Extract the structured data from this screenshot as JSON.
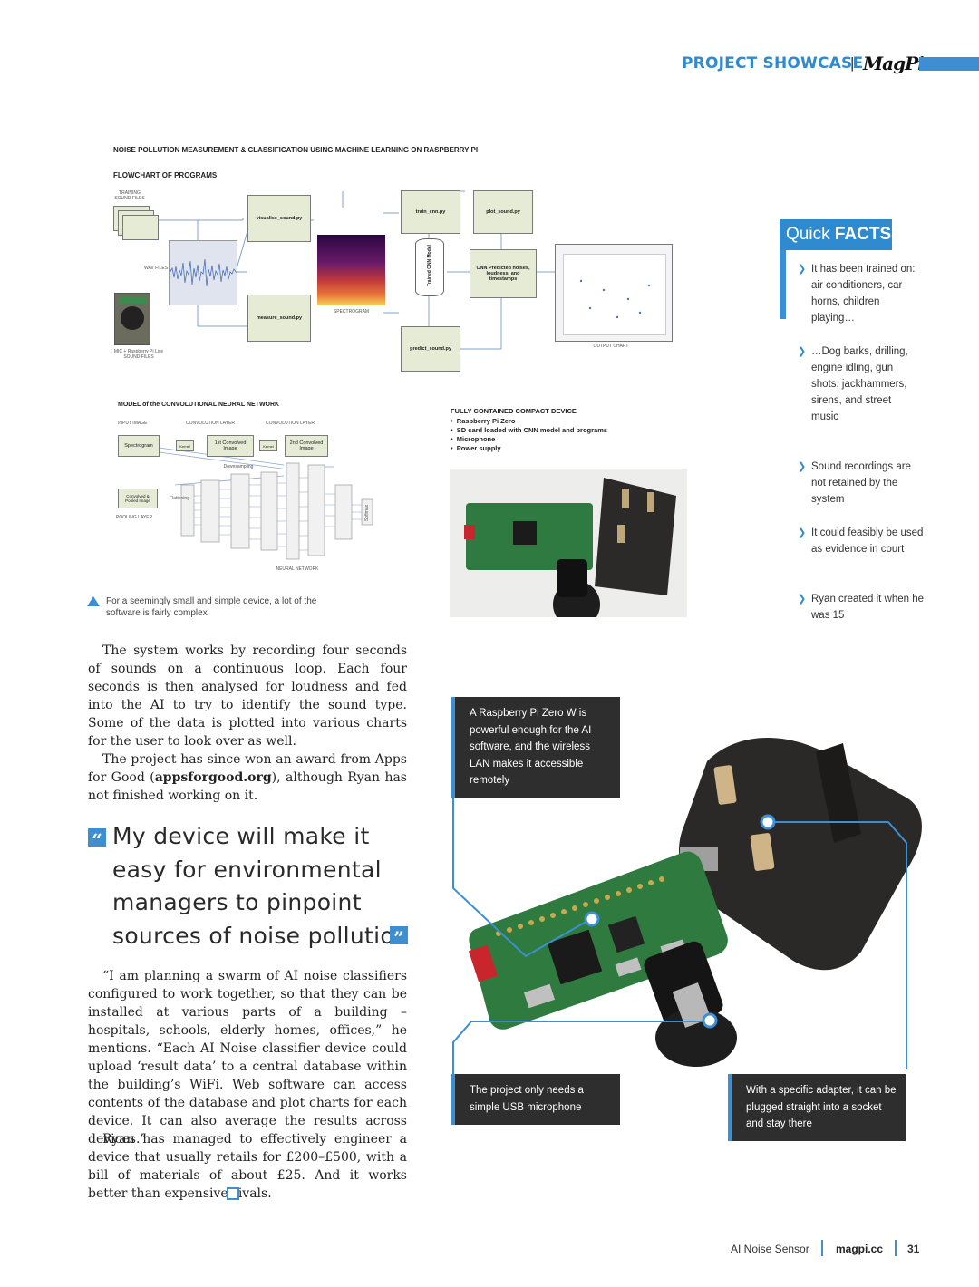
{
  "header": {
    "section": "PROJECT SHOWCASE",
    "separator": "|",
    "logo": "MagPi"
  },
  "figure": {
    "title": "NOISE POLLUTION MEASUREMENT & CLASSIFICATION USING MACHINE LEARNING ON RASPBERRY PI",
    "flowchart_heading": "FLOWCHART OF PROGRAMS",
    "nodes": {
      "training": "TRAINING SOUND FILES",
      "wav": "WAV FILES",
      "mic": "MIC + Raspberry Pi Live SOUND FILES",
      "visualise": "visualise_sound.py",
      "measure": "measure_sound.py",
      "spectrogram": "SPECTROGRAM",
      "train": "train_cnn.py",
      "plot": "plot_sound.py",
      "trained": "Trained CNN Model",
      "cnn_predicted": "CNN Predicted noises, loudness, and timestamps",
      "predict": "predict_sound.py",
      "output": "OUTPUT CHART"
    },
    "cnn_heading": "MODEL of the CONVOLUTIONAL NEURAL NETWORK",
    "cnn_labels": {
      "input": "INPUT IMAGE",
      "conv1": "CONVOLUTION LAYER",
      "conv2": "CONVOLUTION LAYER",
      "spectrogram": "Spectrogram",
      "kernel1": "Kernel",
      "kernel2": "Kernel",
      "conv_img1": "1st Convolved Image",
      "conv_img2": "2nd Convolved Image",
      "downsampling": "Downsampling",
      "pooled": "Convolved & Pooled Image",
      "flattening": "Flattening",
      "pooling": "POOLING LAYER",
      "neural": "NEURAL NETWORK",
      "softmax": "Softmax"
    },
    "device_heading": "FULLY CONTAINED COMPACT DEVICE",
    "device_items": [
      "Raspberry Pi Zero",
      "SD card loaded with CNN model and programs",
      "Microphone",
      "Power supply"
    ]
  },
  "caption": "For a seemingly small and simple device, a lot of the software is fairly complex",
  "quick_facts": {
    "title_light": "Quick",
    "title_bold": "FACTS",
    "items": [
      "It has been trained on: air conditioners, car horns, children playing…",
      "…Dog barks, drilling, engine idling, gun shots, jackhammers, sirens, and street music",
      "Sound recordings are not retained by the system",
      "It could feasibly be used as evidence in court",
      "Ryan created it when he was 15"
    ]
  },
  "body": {
    "p1": "The system works by recording four seconds of sounds on a continuous loop. Each four seconds is then analysed for loudness and fed into the AI to try to identify the sound type. Some of the data is plotted into various charts for the user to look over as well.",
    "p2_pre": "The project has since won an award from Apps for Good (",
    "p2_link": "appsforgood.org",
    "p2_post": "), although Ryan has not finished working on it.",
    "quote": "My device will make it easy for environmental managers to pinpoint sources of noise pollution",
    "p3": "“I am planning a swarm of AI noise classifiers configured to work together, so that they can be installed at various parts of a building – hospitals, schools, elderly homes, offices,” he mentions. “Each AI Noise classifier device could upload ‘result data’ to a central database within the building’s WiFi. Web software can access contents of the database and plot charts for each device. It can also average the results across devices.”",
    "p4": "Ryan has managed to effectively engineer a device that usually retails for £200–£500, with a bill of materials of about £25. And it works better than expensive rivals."
  },
  "callouts": {
    "pi": "A Raspberry Pi Zero W is powerful enough for the AI software, and the wireless LAN makes it accessible remotely",
    "mic": "The project only needs a simple USB microphone",
    "adapter": "With a specific adapter, it can be plugged straight into a socket and stay there"
  },
  "footer": {
    "title": "AI Noise Sensor",
    "site": "magpi.cc",
    "page": "31"
  },
  "colors": {
    "accent": "#3d8fd1",
    "callout_bg": "#2e2e2e"
  }
}
